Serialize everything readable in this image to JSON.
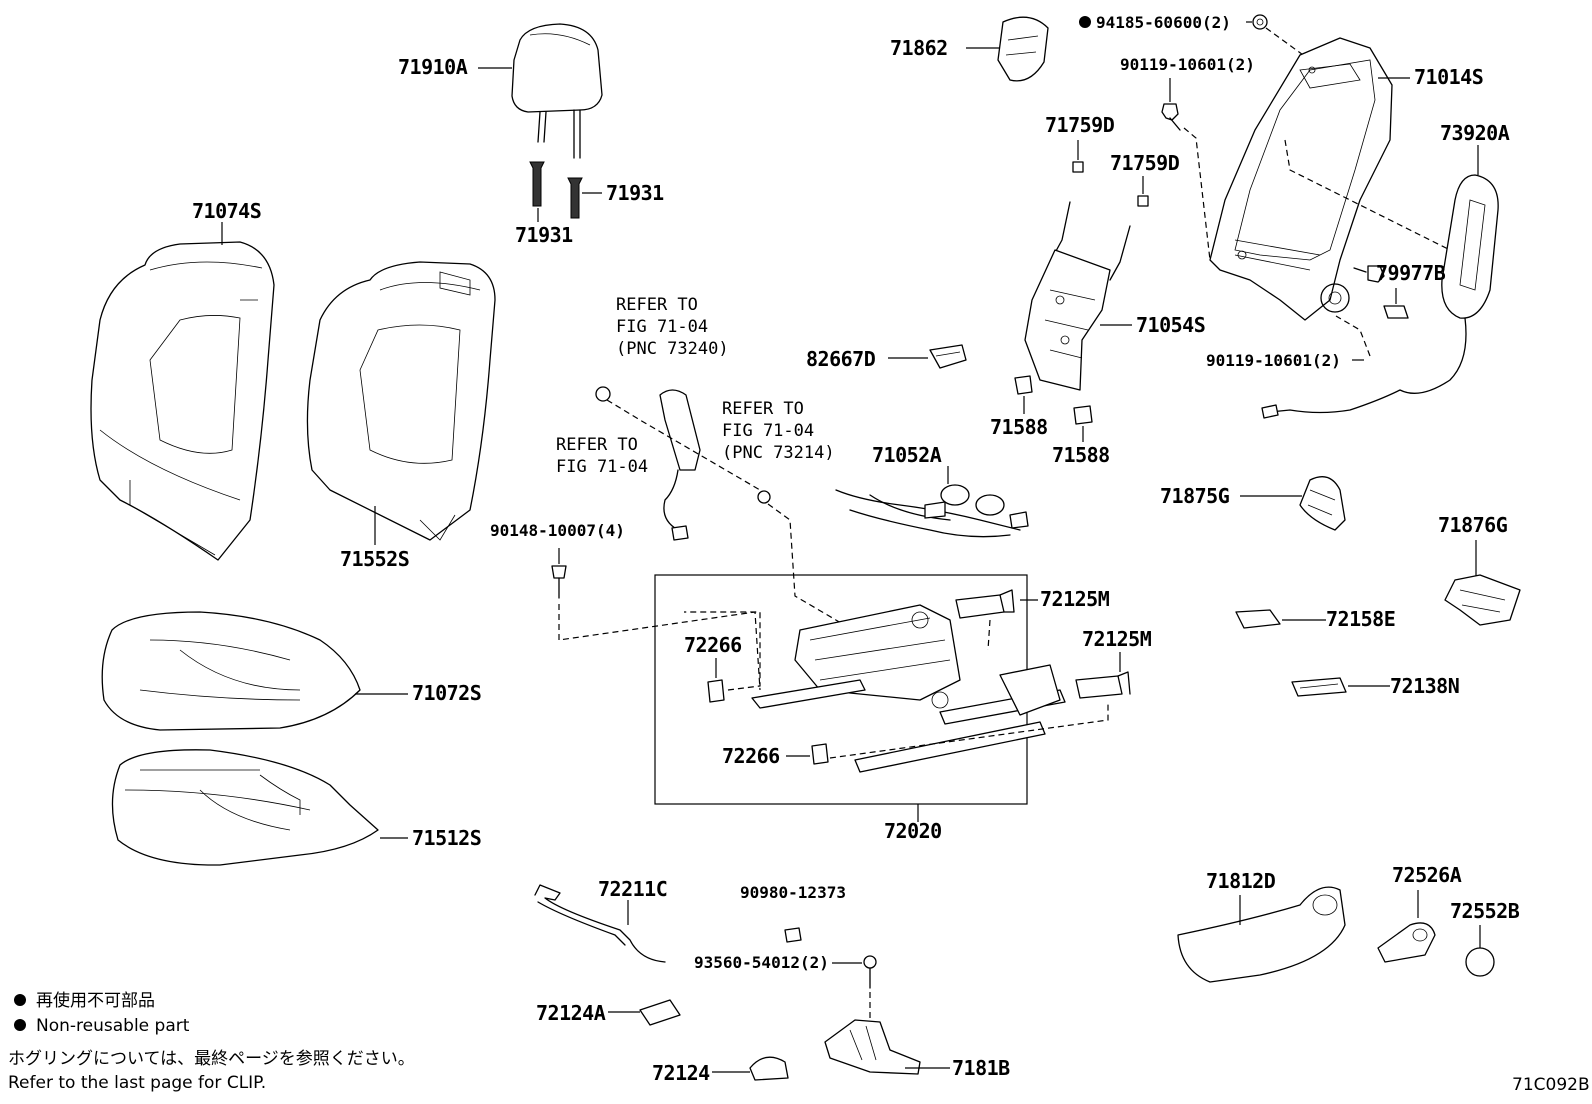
{
  "diagram": {
    "code": "71C092B",
    "parts": [
      {
        "id": "p71910A",
        "label": "71910A"
      },
      {
        "id": "p71931a",
        "label": "71931"
      },
      {
        "id": "p71931b",
        "label": "71931"
      },
      {
        "id": "p71074S",
        "label": "71074S"
      },
      {
        "id": "p71552S",
        "label": "71552S"
      },
      {
        "id": "p71072S",
        "label": "71072S"
      },
      {
        "id": "p71512S",
        "label": "71512S"
      },
      {
        "id": "p71862",
        "label": "71862"
      },
      {
        "id": "p94185",
        "label": "94185-60600(2)"
      },
      {
        "id": "p90119a",
        "label": "90119-10601(2)"
      },
      {
        "id": "p71014S",
        "label": "71014S"
      },
      {
        "id": "p71759Da",
        "label": "71759D"
      },
      {
        "id": "p71759Db",
        "label": "71759D"
      },
      {
        "id": "p73920A",
        "label": "73920A"
      },
      {
        "id": "p79977B",
        "label": "79977B"
      },
      {
        "id": "p71054S",
        "label": "71054S"
      },
      {
        "id": "p90119b",
        "label": "90119-10601(2)"
      },
      {
        "id": "p82667D",
        "label": "82667D"
      },
      {
        "id": "p71588a",
        "label": "71588"
      },
      {
        "id": "p71588b",
        "label": "71588"
      },
      {
        "id": "p71052A",
        "label": "71052A"
      },
      {
        "id": "p71875G",
        "label": "71875G"
      },
      {
        "id": "p71876G",
        "label": "71876G"
      },
      {
        "id": "p90148",
        "label": "90148-10007(4)"
      },
      {
        "id": "p72125Ma",
        "label": "72125M"
      },
      {
        "id": "p72125Mb",
        "label": "72125M"
      },
      {
        "id": "p72266a",
        "label": "72266"
      },
      {
        "id": "p72266b",
        "label": "72266"
      },
      {
        "id": "p72020",
        "label": "72020"
      },
      {
        "id": "p72158E",
        "label": "72158E"
      },
      {
        "id": "p72138N",
        "label": "72138N"
      },
      {
        "id": "p72211C",
        "label": "72211C"
      },
      {
        "id": "p90980",
        "label": "90980-12373"
      },
      {
        "id": "p93560",
        "label": "93560-54012(2)"
      },
      {
        "id": "p72124A",
        "label": "72124A"
      },
      {
        "id": "p72124",
        "label": "72124"
      },
      {
        "id": "p7181B",
        "label": "7181B"
      },
      {
        "id": "p71812D",
        "label": "71812D"
      },
      {
        "id": "p72526A",
        "label": "72526A"
      },
      {
        "id": "p72552B",
        "label": "72552B"
      }
    ],
    "references": [
      {
        "id": "ref1",
        "lines": [
          "REFER TO",
          "FIG 71-04",
          "(PNC 73240)"
        ]
      },
      {
        "id": "ref2",
        "lines": [
          "REFER TO",
          "FIG 71-04"
        ]
      },
      {
        "id": "ref3",
        "lines": [
          "REFER TO",
          "FIG 71-04",
          "(PNC 73214)"
        ]
      }
    ]
  },
  "legend": {
    "jp_label": "再使用不可部品",
    "en_label": "Non-reusable part",
    "clip_note_jp": "ホグリングについては、最終ページを参照ください。",
    "clip_note_en": "Refer to the last page for CLIP."
  }
}
